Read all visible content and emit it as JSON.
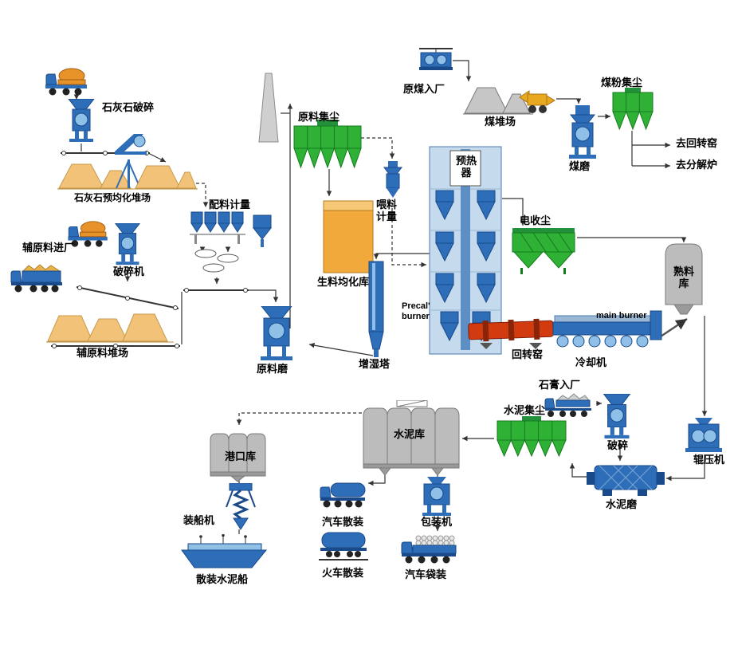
{
  "labels": {
    "limestone_crushing": "石灰石破碎",
    "limestone_preblending_yard": "石灰石预均化堆场",
    "batching_metering": "配料计量",
    "aux_material_entry": "辅原料进厂",
    "crusher_machine": "破碎机",
    "aux_material_yard": "辅原料堆场",
    "raw_mill": "原料磨",
    "raw_meal_dust_collector": "原料集尘",
    "raw_meal_homogenizing_silo": "生料均化库",
    "feeding_metering": "喂料计量",
    "preheater": "预热器",
    "raw_coal_entry": "原煤入厂",
    "coal_yard": "煤堆场",
    "coal_dust_collector": "煤粉集尘",
    "coal_mill": "煤磨",
    "to_rotary_kiln": "去回转窑",
    "to_calciner": "去分解炉",
    "electrostatic_precipitator": "电收尘",
    "clinker_silo": "熟料库",
    "precal_burner": "Precal' burner",
    "main_burner": "main burner",
    "rotary_kiln": "回转窑",
    "cooler": "冷却机",
    "humidifying_tower": "增湿塔",
    "gypsum_entry": "石膏入厂",
    "cement_dust_collector": "水泥集尘",
    "crushing": "破碎",
    "roller_press": "辊压机",
    "cement_mill": "水泥磨",
    "cement_silo": "水泥库",
    "port_silo": "港口库",
    "ship_loader": "装船机",
    "bulk_cement_ship": "散装水泥船",
    "truck_bulk_loading": "汽车散装",
    "train_bulk_loading": "火车散装",
    "packing_machine": "包装机",
    "truck_bag_loading": "汽车袋装"
  },
  "colors": {
    "equipment_blue": "#2e6db8",
    "equipment_blue_light": "#8fc0e8",
    "equipment_blue_dark": "#1a4a8a",
    "dust_collector_green": "#2eb135",
    "tank_orange": "#f2a93b",
    "kiln_red": "#d23a10",
    "silo_gray": "#bcbcbc",
    "pile_tan": "#f2c279",
    "line_color": "#333333"
  }
}
